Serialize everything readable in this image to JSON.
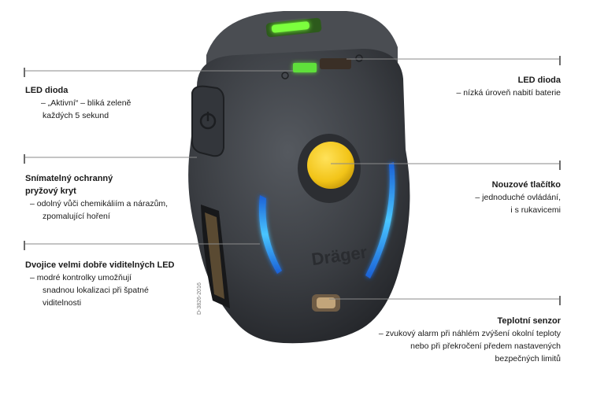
{
  "callouts": {
    "led_green": {
      "title": "LED dioda",
      "lines": [
        "– „Aktivní“ – bliká zeleně",
        "každých 5 sekund"
      ]
    },
    "cover": {
      "title_lines": [
        "Snímatelný ochranný",
        "pryžový kryt"
      ],
      "lines": [
        "– odolný vůči chemikáliím a nárazům,",
        "zpomalující hoření"
      ]
    },
    "dual_led": {
      "title": "Dvojice velmi dobře viditelných LED",
      "lines": [
        "– modré kontrolky umožňují",
        "snadnou lokalizaci při špatné",
        "viditelnosti"
      ]
    },
    "led_battery": {
      "title": "LED dioda",
      "lines": [
        "– nízká úroveň nabití baterie"
      ]
    },
    "emergency": {
      "title": "Nouzové tlačítko",
      "lines": [
        "– jednoduché ovládání,",
        "i s rukavicemi"
      ]
    },
    "temp": {
      "title": "Teplotní senzor",
      "lines": [
        "– zvukový alarm při náhlém zvýšení okolní teploty",
        "nebo při překročení předem nastavených",
        "bezpečných limitů"
      ]
    }
  },
  "device": {
    "brand_mark": "Dräger",
    "image_code": "D-3826-2016",
    "colors": {
      "body": "#3a3d42",
      "button": "#f2c418",
      "led_green": "#5fe03a",
      "led_blue": "#2aa8ff"
    }
  }
}
